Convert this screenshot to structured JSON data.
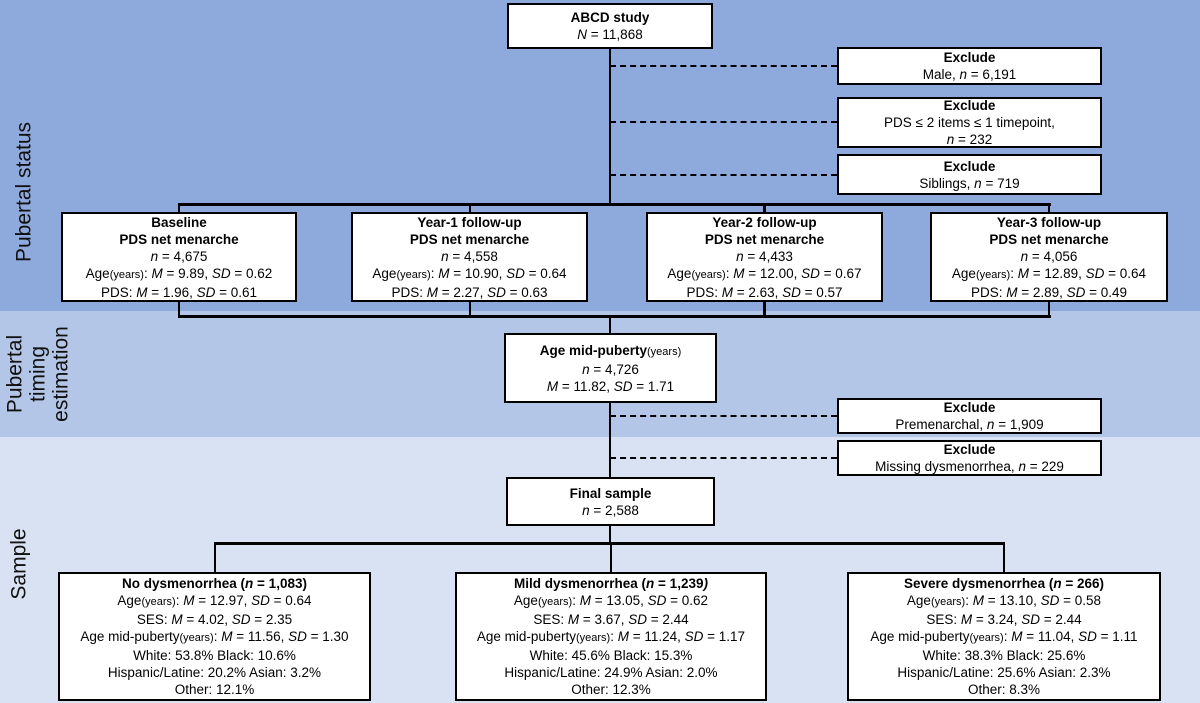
{
  "bands": [
    {
      "label": "Pubertal status",
      "color": "#8EA9DB"
    },
    {
      "label": "Pubertal\ntiming\nestimation",
      "color": "#B4C6E7"
    },
    {
      "label": "Sample",
      "color": "#D9E2F3"
    }
  ],
  "line_color": "#000000",
  "boxes": {
    "abcd": {
      "lines": [
        [
          {
            "t": "ABCD study",
            "s": "b"
          }
        ],
        [
          {
            "t": "N",
            "s": "i"
          },
          {
            "t": " = 11,868"
          }
        ]
      ]
    },
    "exclude_male": {
      "lines": [
        [
          {
            "t": "Exclude",
            "s": "b"
          }
        ],
        [
          {
            "t": "Male, "
          },
          {
            "t": "n",
            "s": "i"
          },
          {
            "t": " = 6,191"
          }
        ]
      ]
    },
    "exclude_pds": {
      "lines": [
        [
          {
            "t": "Exclude",
            "s": "b"
          }
        ],
        [
          {
            "t": "PDS ≤ 2 items ≤ 1 timepoint,"
          }
        ],
        [
          {
            "t": "n",
            "s": "i"
          },
          {
            "t": " = 232"
          }
        ]
      ]
    },
    "exclude_siblings": {
      "lines": [
        [
          {
            "t": "Exclude",
            "s": "b"
          }
        ],
        [
          {
            "t": "Siblings, "
          },
          {
            "t": "n",
            "s": "i"
          },
          {
            "t": " = 719"
          }
        ]
      ]
    },
    "baseline": {
      "lines": [
        [
          {
            "t": "Baseline",
            "s": "b"
          }
        ],
        [
          {
            "t": "PDS net menarche",
            "s": "b"
          }
        ],
        [
          {
            "t": "n",
            "s": "i"
          },
          {
            "t": " = 4,675"
          }
        ],
        [
          {
            "t": "Age"
          },
          {
            "t": "(years)",
            "s": "sm"
          },
          {
            "t": ": "
          },
          {
            "t": "M",
            "s": "i"
          },
          {
            "t": " = 9.89, "
          },
          {
            "t": "SD",
            "s": "i"
          },
          {
            "t": " = 0.62"
          }
        ],
        [
          {
            "t": "PDS: "
          },
          {
            "t": "M",
            "s": "i"
          },
          {
            "t": " = 1.96, "
          },
          {
            "t": "SD",
            "s": "i"
          },
          {
            "t": " = 0.61"
          }
        ]
      ]
    },
    "year1": {
      "lines": [
        [
          {
            "t": "Year-1 follow-up",
            "s": "b"
          }
        ],
        [
          {
            "t": "PDS net menarche",
            "s": "b"
          }
        ],
        [
          {
            "t": "n",
            "s": "i"
          },
          {
            "t": " = 4,558"
          }
        ],
        [
          {
            "t": "Age"
          },
          {
            "t": "(years)",
            "s": "sm"
          },
          {
            "t": ": "
          },
          {
            "t": "M",
            "s": "i"
          },
          {
            "t": " = 10.90, "
          },
          {
            "t": "SD",
            "s": "i"
          },
          {
            "t": " = 0.64"
          }
        ],
        [
          {
            "t": "PDS: "
          },
          {
            "t": "M",
            "s": "i"
          },
          {
            "t": " = 2.27, "
          },
          {
            "t": "SD",
            "s": "i"
          },
          {
            "t": " = 0.63"
          }
        ]
      ]
    },
    "year2": {
      "lines": [
        [
          {
            "t": "Year-2 follow-up",
            "s": "b"
          }
        ],
        [
          {
            "t": "PDS net menarche",
            "s": "b"
          }
        ],
        [
          {
            "t": "n",
            "s": "i"
          },
          {
            "t": " = 4,433"
          }
        ],
        [
          {
            "t": "Age"
          },
          {
            "t": "(years)",
            "s": "sm"
          },
          {
            "t": ": "
          },
          {
            "t": "M",
            "s": "i"
          },
          {
            "t": " = 12.00, "
          },
          {
            "t": "SD",
            "s": "i"
          },
          {
            "t": " = 0.67"
          }
        ],
        [
          {
            "t": "PDS: "
          },
          {
            "t": "M",
            "s": "i"
          },
          {
            "t": " = 2.63, "
          },
          {
            "t": "SD",
            "s": "i"
          },
          {
            "t": " = 0.57"
          }
        ]
      ]
    },
    "year3": {
      "lines": [
        [
          {
            "t": "Year-3 follow-up",
            "s": "b"
          }
        ],
        [
          {
            "t": "PDS net menarche",
            "s": "b"
          }
        ],
        [
          {
            "t": "n",
            "s": "i"
          },
          {
            "t": " = 4,056"
          }
        ],
        [
          {
            "t": "Age"
          },
          {
            "t": "(years)",
            "s": "sm"
          },
          {
            "t": ": "
          },
          {
            "t": "M",
            "s": "i"
          },
          {
            "t": " = 12.89, "
          },
          {
            "t": "SD",
            "s": "i"
          },
          {
            "t": " = 0.64"
          }
        ],
        [
          {
            "t": "PDS: "
          },
          {
            "t": "M",
            "s": "i"
          },
          {
            "t": " = 2.89, "
          },
          {
            "t": "SD",
            "s": "i"
          },
          {
            "t": " = 0.49"
          }
        ]
      ]
    },
    "midpuberty": {
      "lines": [
        [
          {
            "t": "Age mid-puberty",
            "s": "b"
          },
          {
            "t": "(years)",
            "s": "sm"
          }
        ],
        [
          {
            "t": "n",
            "s": "i"
          },
          {
            "t": " = 4,726"
          }
        ],
        [
          {
            "t": "M",
            "s": "i"
          },
          {
            "t": " = 11.82, "
          },
          {
            "t": "SD",
            "s": "i"
          },
          {
            "t": " = 1.71"
          }
        ]
      ]
    },
    "exclude_premenarchal": {
      "lines": [
        [
          {
            "t": "Exclude",
            "s": "b"
          }
        ],
        [
          {
            "t": "Premenarchal, "
          },
          {
            "t": "n",
            "s": "i"
          },
          {
            "t": " = 1,909"
          }
        ]
      ]
    },
    "exclude_missing": {
      "lines": [
        [
          {
            "t": "Exclude",
            "s": "b"
          }
        ],
        [
          {
            "t": "Missing dysmenorrhea, "
          },
          {
            "t": "n",
            "s": "i"
          },
          {
            "t": " = 229"
          }
        ]
      ]
    },
    "final_sample": {
      "lines": [
        [
          {
            "t": "Final sample",
            "s": "b"
          }
        ],
        [
          {
            "t": "n",
            "s": "i"
          },
          {
            "t": " = 2,588"
          }
        ]
      ]
    },
    "no_dysmenorrhea": {
      "lines": [
        [
          {
            "t": "No dysmenorrhea (",
            "s": "b"
          },
          {
            "t": "n",
            "s": "bi"
          },
          {
            "t": " = 1,083)",
            "s": "b"
          }
        ],
        [
          {
            "t": "Age"
          },
          {
            "t": "(years)",
            "s": "sm"
          },
          {
            "t": ": "
          },
          {
            "t": "M",
            "s": "i"
          },
          {
            "t": " = 12.97, "
          },
          {
            "t": "SD",
            "s": "i"
          },
          {
            "t": " = 0.64"
          }
        ],
        [
          {
            "t": "SES: "
          },
          {
            "t": "M",
            "s": "i"
          },
          {
            "t": " = 4.02, "
          },
          {
            "t": "SD",
            "s": "i"
          },
          {
            "t": " = 2.35"
          }
        ],
        [
          {
            "t": "Age mid-puberty"
          },
          {
            "t": "(years)",
            "s": "sm"
          },
          {
            "t": ": "
          },
          {
            "t": "M",
            "s": "i"
          },
          {
            "t": " = 11.56, "
          },
          {
            "t": "SD",
            "s": "i"
          },
          {
            "t": " = 1.30"
          }
        ],
        [
          {
            "t": "White: 53.8% Black: 10.6%"
          }
        ],
        [
          {
            "t": "Hispanic/Latine: 20.2% Asian: 3.2%"
          }
        ],
        [
          {
            "t": "Other: 12.1%"
          }
        ]
      ]
    },
    "mild_dysmenorrhea": {
      "lines": [
        [
          {
            "t": "Mild dysmenorrhea (",
            "s": "b"
          },
          {
            "t": "n",
            "s": "bi"
          },
          {
            "t": " = 1,239",
            "s": "b"
          },
          {
            "t": ")",
            "s": "bi"
          }
        ],
        [
          {
            "t": "Age"
          },
          {
            "t": "(years)",
            "s": "sm"
          },
          {
            "t": ": "
          },
          {
            "t": "M",
            "s": "i"
          },
          {
            "t": " = 13.05, "
          },
          {
            "t": "SD",
            "s": "i"
          },
          {
            "t": " = 0.62"
          }
        ],
        [
          {
            "t": "SES: "
          },
          {
            "t": "M",
            "s": "i"
          },
          {
            "t": " = 3.67, "
          },
          {
            "t": "SD",
            "s": "i"
          },
          {
            "t": " = 2.44"
          }
        ],
        [
          {
            "t": "Age mid-puberty"
          },
          {
            "t": "(years)",
            "s": "sm"
          },
          {
            "t": ": "
          },
          {
            "t": "M",
            "s": "i"
          },
          {
            "t": " = 11.24, "
          },
          {
            "t": "SD",
            "s": "i"
          },
          {
            "t": " = 1.17"
          }
        ],
        [
          {
            "t": "White: 45.6% Black: 15.3%"
          }
        ],
        [
          {
            "t": "Hispanic/Latine: 24.9% Asian: 2.0%"
          }
        ],
        [
          {
            "t": "Other: 12.3%"
          }
        ]
      ]
    },
    "severe_dysmenorrhea": {
      "lines": [
        [
          {
            "t": "Severe dysmenorrhea (",
            "s": "b"
          },
          {
            "t": "n",
            "s": "bi"
          },
          {
            "t": " = 266)",
            "s": "b"
          }
        ],
        [
          {
            "t": "Age"
          },
          {
            "t": "(years)",
            "s": "sm"
          },
          {
            "t": ": "
          },
          {
            "t": "M",
            "s": "i"
          },
          {
            "t": " = 13.10, "
          },
          {
            "t": "SD",
            "s": "i"
          },
          {
            "t": " = 0.58"
          }
        ],
        [
          {
            "t": "SES: "
          },
          {
            "t": "M",
            "s": "i"
          },
          {
            "t": " = 3.24, "
          },
          {
            "t": "SD",
            "s": "i"
          },
          {
            "t": " = 2.44"
          }
        ],
        [
          {
            "t": "Age mid-puberty"
          },
          {
            "t": "(years)",
            "s": "sm"
          },
          {
            "t": ": "
          },
          {
            "t": "M",
            "s": "i"
          },
          {
            "t": " = 11.04, "
          },
          {
            "t": "SD",
            "s": "i"
          },
          {
            "t": " = 1.11"
          }
        ],
        [
          {
            "t": "White: 38.3% Black: 25.6%"
          }
        ],
        [
          {
            "t": "Hispanic/Latine: 25.6% Asian: 2.3%"
          }
        ],
        [
          {
            "t": "Other: 8.3%"
          }
        ]
      ]
    }
  }
}
